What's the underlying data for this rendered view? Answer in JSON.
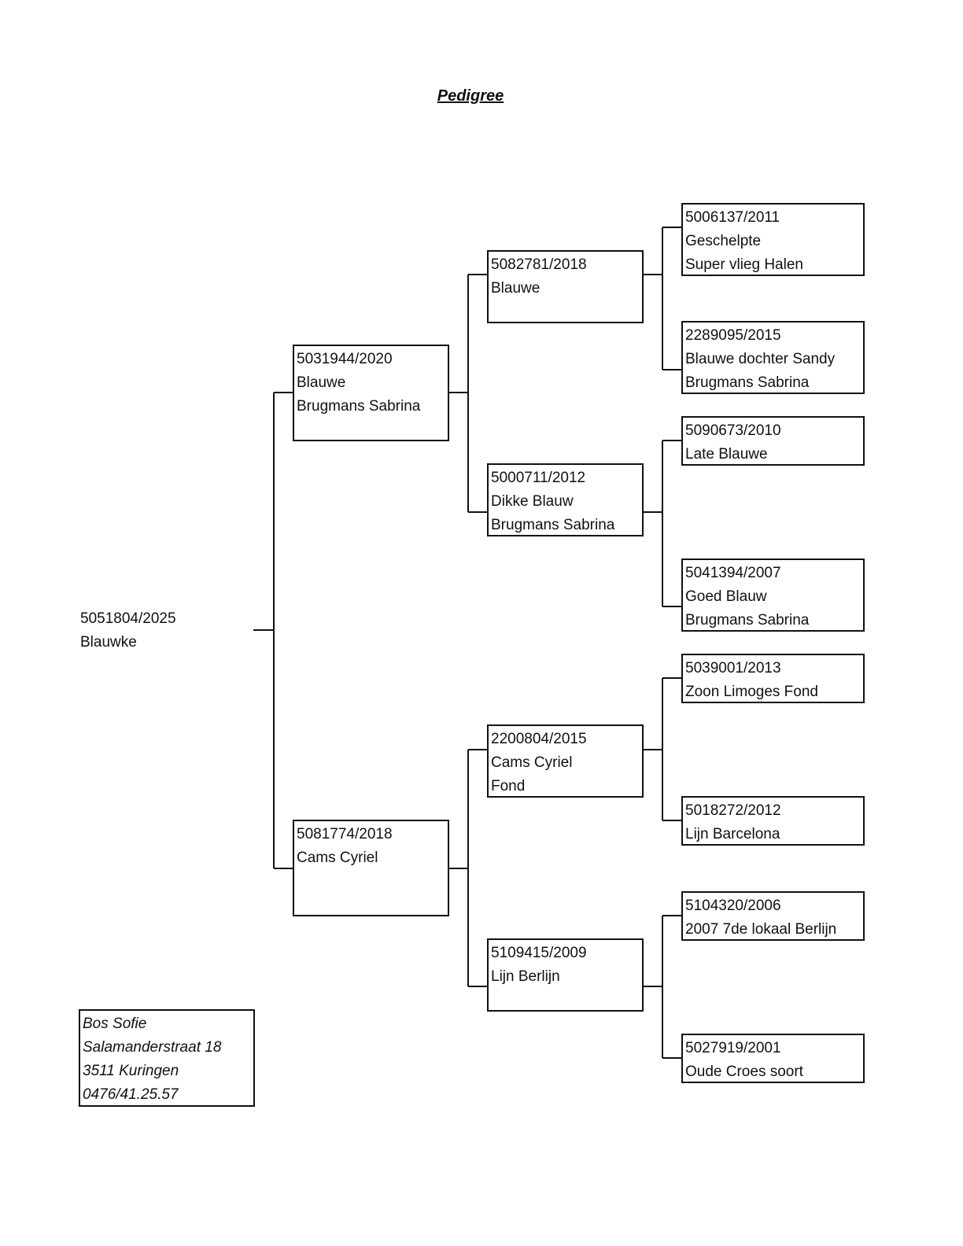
{
  "title": "Pedigree",
  "subject": {
    "ring": "5051804/2025",
    "name": "Blauwke"
  },
  "parents": {
    "sire": {
      "ring": "5031944/2020",
      "name": "Blauwe",
      "note": "Brugmans Sabrina"
    },
    "dam": {
      "ring": "5081774/2018",
      "name": "Cams Cyriel"
    }
  },
  "grandparents": {
    "gp1": {
      "ring": "5082781/2018",
      "name": "Blauwe"
    },
    "gp2": {
      "ring": "5000711/2012",
      "name": "Dikke Blauw",
      "note": "Brugmans Sabrina"
    },
    "gp3": {
      "ring": "2200804/2015",
      "name": "Cams Cyriel",
      "note": "Fond"
    },
    "gp4": {
      "ring": "5109415/2009",
      "name": "Lijn Berlijn"
    }
  },
  "great_grandparents": {
    "ggp1": {
      "ring": "5006137/2011",
      "name": "Geschelpte",
      "note": "Super vlieg Halen"
    },
    "ggp2": {
      "ring": "2289095/2015",
      "name": "Blauwe dochter Sandy",
      "note": "Brugmans Sabrina"
    },
    "ggp3": {
      "ring": "5090673/2010",
      "name": "Late Blauwe"
    },
    "ggp4": {
      "ring": "5041394/2007",
      "name": "Goed Blauw",
      "note": "Brugmans Sabrina"
    },
    "ggp5": {
      "ring": "5039001/2013",
      "name": "Zoon Limoges Fond"
    },
    "ggp6": {
      "ring": "5018272/2012",
      "name": "Lijn Barcelona"
    },
    "ggp7": {
      "ring": "5104320/2006",
      "name": "2007 7de lokaal Berlijn"
    },
    "ggp8": {
      "ring": "5027919/2001",
      "name": "Oude Croes soort"
    }
  },
  "owner": {
    "name": "Bos Sofie",
    "street": "Salamanderstraat 18",
    "city": "3511 Kuringen",
    "phone": "0476/41.25.57"
  }
}
